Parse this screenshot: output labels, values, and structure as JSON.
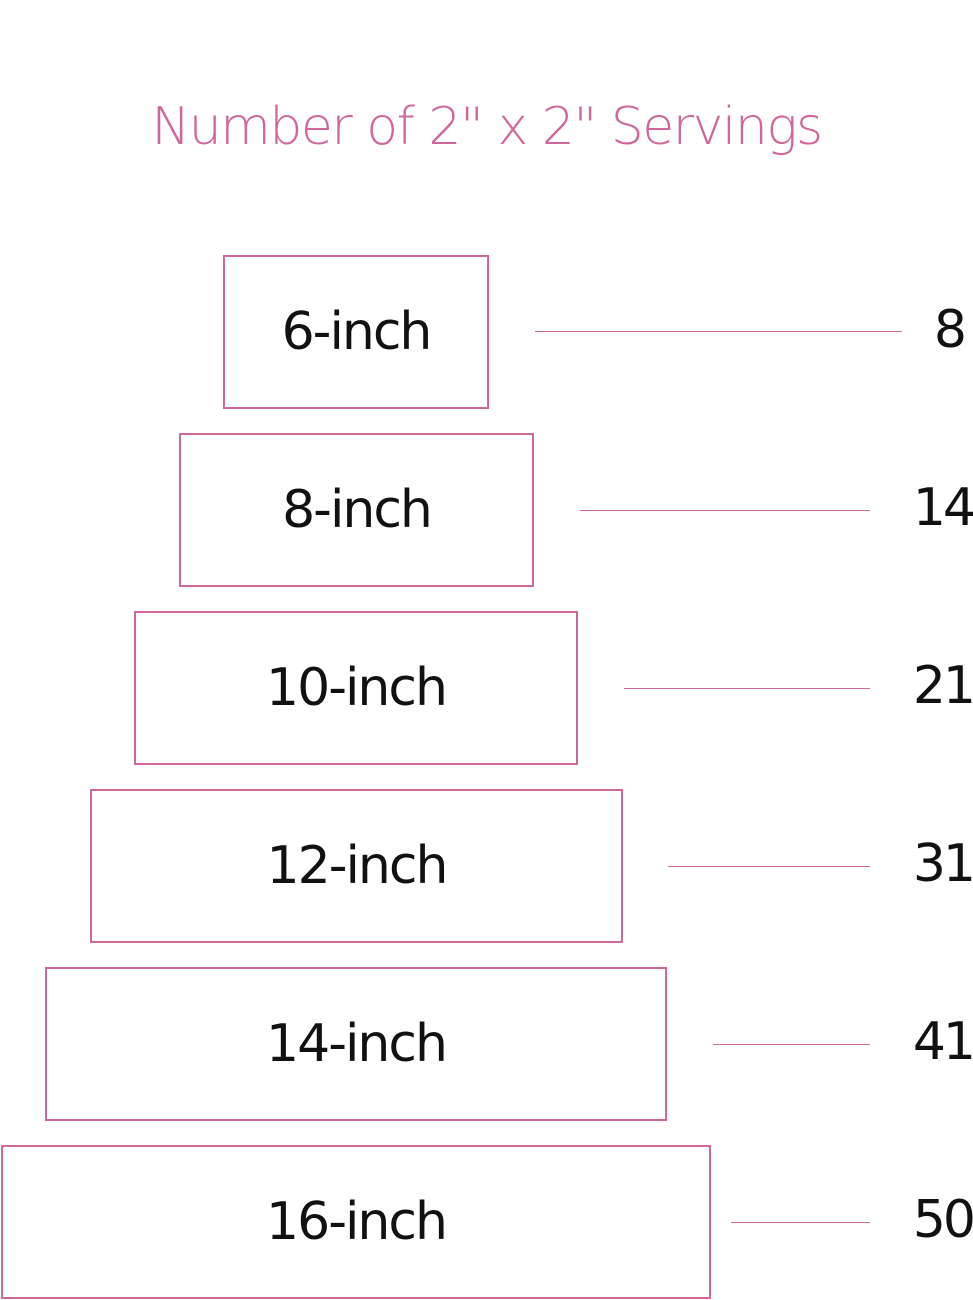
{
  "title": "Number of 2\" x 2\" Servings",
  "colors": {
    "accent": "#d0679a",
    "text": "#111111",
    "background": "#ffffff"
  },
  "tiers": [
    {
      "size": "6-inch",
      "servings": "8"
    },
    {
      "size": "8-inch",
      "servings": "14"
    },
    {
      "size": "10-inch",
      "servings": "21"
    },
    {
      "size": "12-inch",
      "servings": "31"
    },
    {
      "size": "14-inch",
      "servings": "41"
    },
    {
      "size": "16-inch",
      "servings": "50"
    }
  ]
}
